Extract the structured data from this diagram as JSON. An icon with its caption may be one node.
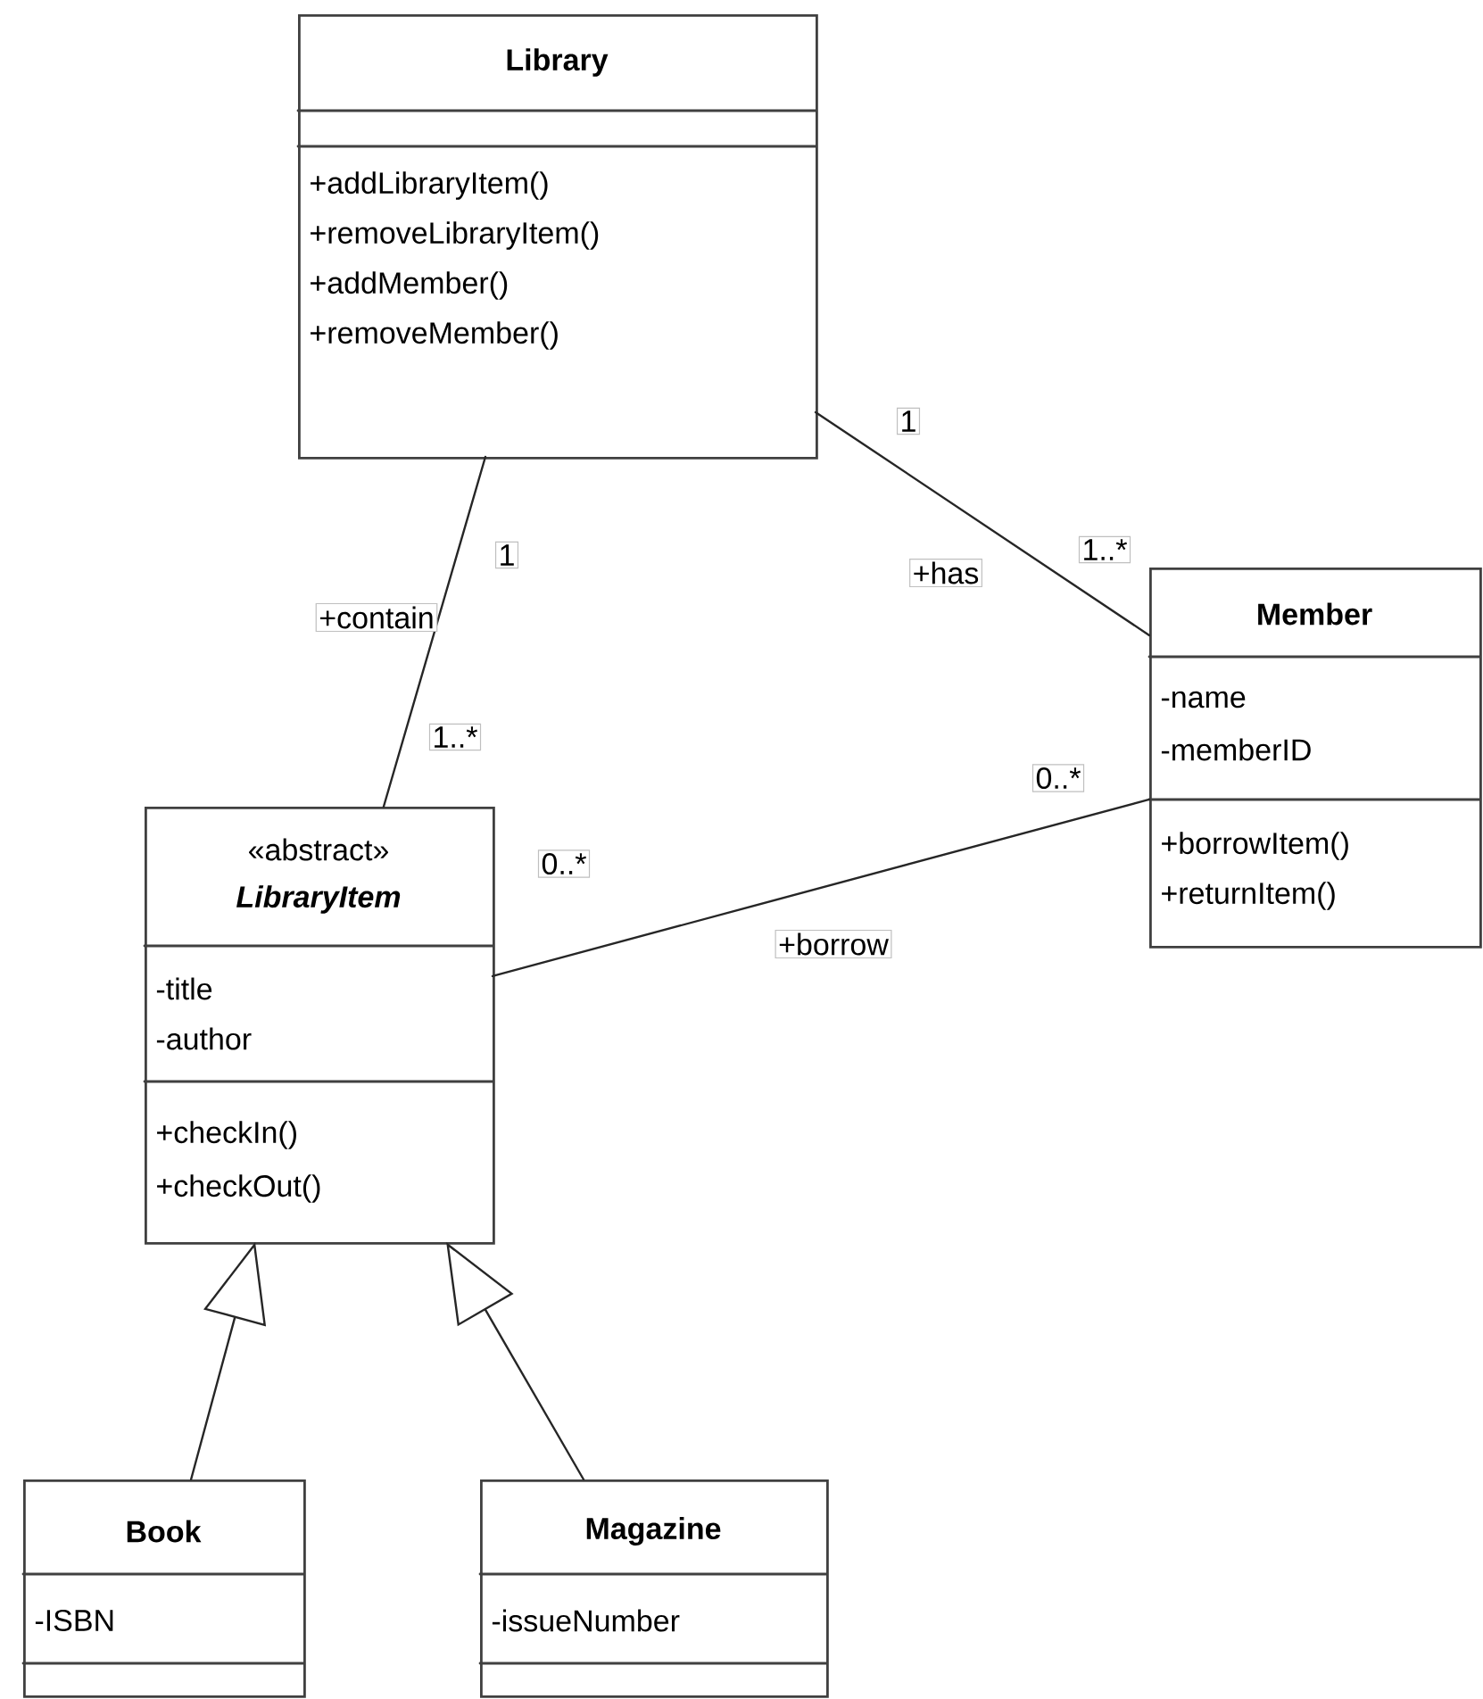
{
  "diagram": {
    "nodes": [
      {
        "text": [
          "Library",
          "+addLibraryItem()",
          "+removeLibraryItem()",
          "+addMember()",
          "+removeMember()"
        ]
      },
      {
        "text": [
          "Member",
          "-name",
          "-memberID",
          "+borrowItem()",
          "+returnItem()"
        ]
      },
      {
        "text": [
          "«abstract»",
          "LibraryItem",
          "-title",
          "-author",
          "+checkIn()",
          "+checkOut()"
        ]
      },
      {
        "text": [
          "Book",
          "-ISBN"
        ]
      },
      {
        "text": [
          "Magazine",
          "-issueNumber"
        ]
      }
    ],
    "edges": [
      {
        "from": 0,
        "to": 2,
        "arrow": "none",
        "label": "+contain"
      },
      {
        "from": 0,
        "to": 1,
        "arrow": "none",
        "label": "+has"
      },
      {
        "from": 2,
        "to": 1,
        "arrow": "none",
        "label": "+borrow"
      },
      {
        "from": 3,
        "to": 2,
        "arrow": "to"
      },
      {
        "from": 4,
        "to": 2,
        "arrow": "to"
      }
    ],
    "labels": [
      "1",
      "1..*",
      "1",
      "1..*",
      "0..*",
      "0..*"
    ]
  }
}
